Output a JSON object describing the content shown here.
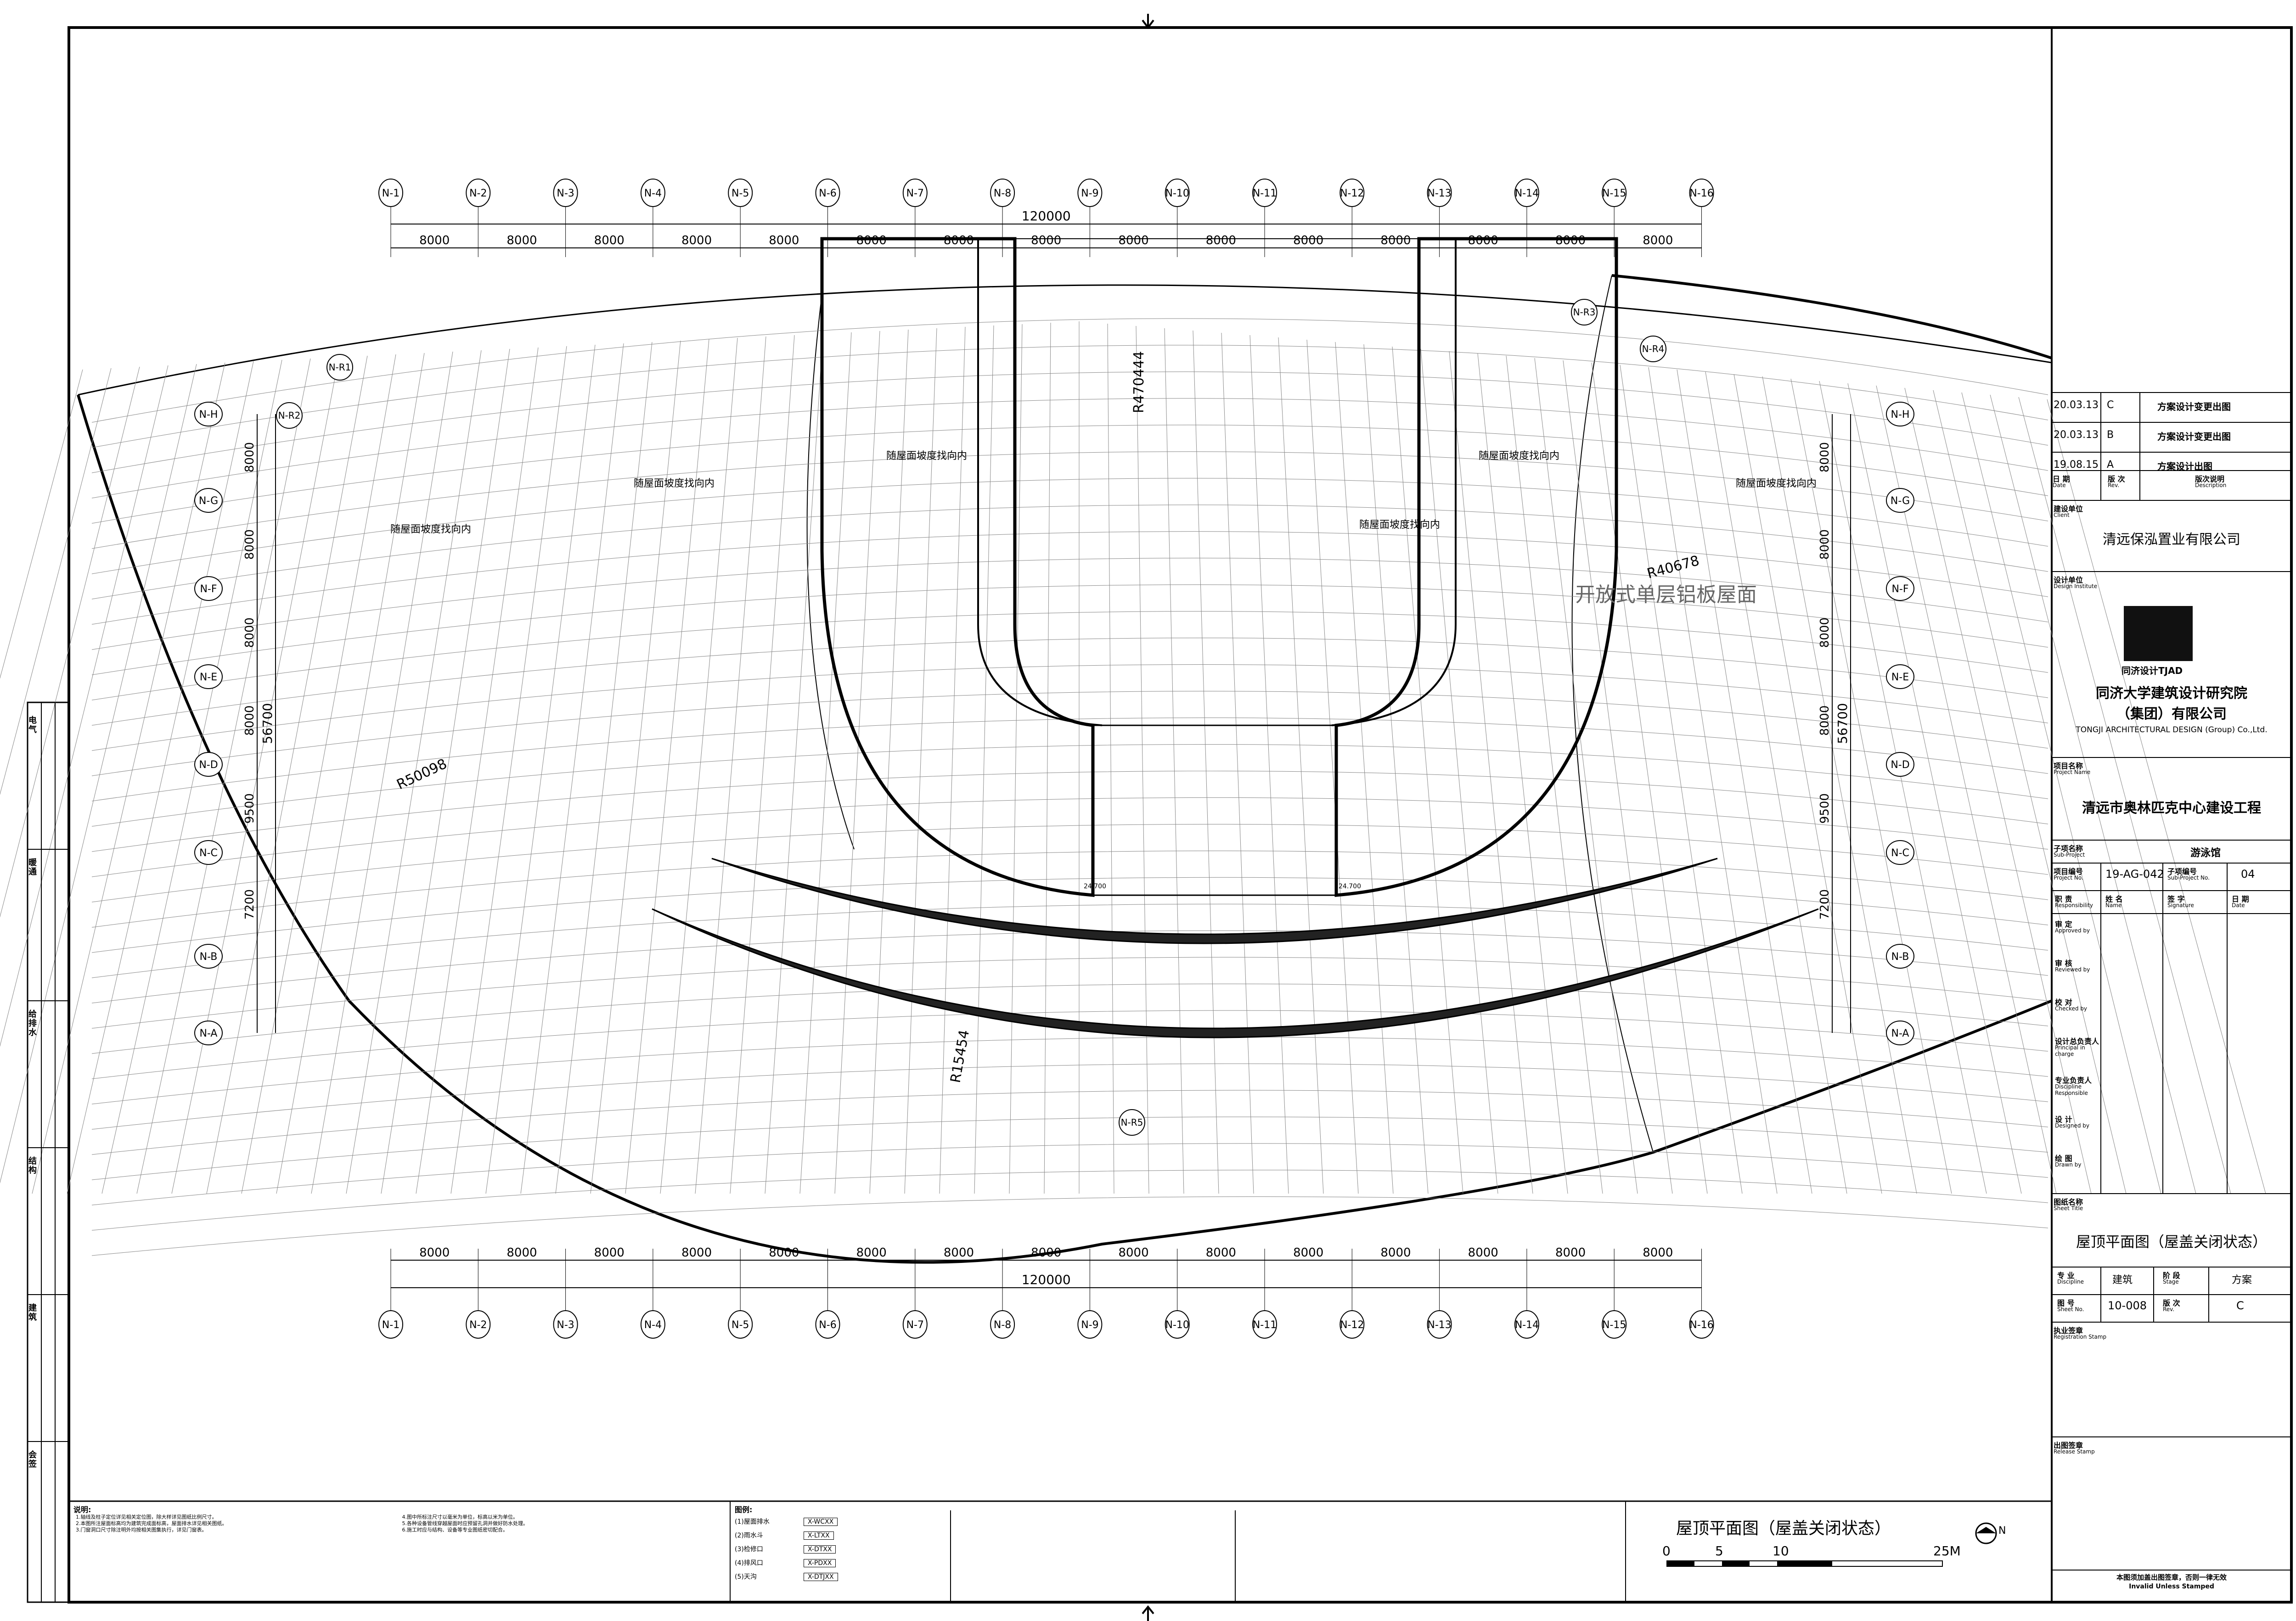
{
  "grid": {
    "cols": [
      "N-1",
      "N-2",
      "N-3",
      "N-4",
      "N-5",
      "N-6",
      "N-7",
      "N-8",
      "N-9",
      "N-10",
      "N-11",
      "N-12",
      "N-13",
      "N-14",
      "N-15",
      "N-16"
    ],
    "rows": [
      "N-H",
      "N-G",
      "N-F",
      "N-E",
      "N-D",
      "N-C",
      "N-B",
      "N-A"
    ],
    "col_spacing": "8000",
    "total_width": "120000",
    "row_spacings": [
      "8000",
      "8000",
      "8000",
      "8000",
      "9500",
      "7200"
    ],
    "total_height": "56700",
    "extra_axes": [
      "N-R1",
      "N-R2",
      "N-R3",
      "N-R4",
      "N-R5"
    ]
  },
  "annotations": {
    "r1": "R470444",
    "r2": "R40678",
    "r3": "R50098",
    "r4": "R15454",
    "roof_type": "开放式单层铝板屋面",
    "slope": "随屋面坡度找向内",
    "elev": "24.700"
  },
  "title_block": {
    "revisions": [
      {
        "date": "20.03.13",
        "rev": "C",
        "desc": "方案设计变更出图"
      },
      {
        "date": "20.03.13",
        "rev": "B",
        "desc": "方案设计变更出图"
      },
      {
        "date": "19.08.15",
        "rev": "A",
        "desc": "方案设计出图"
      }
    ],
    "rev_headers": {
      "date": "日 期",
      "date_en": "Date",
      "rev": "版 次",
      "rev_en": "Rev.",
      "desc": "版次说明",
      "desc_en": "Description"
    },
    "client_label": "建设单位",
    "client_label_en": "Client",
    "client": "清远保泓置业有限公司",
    "institute_label": "设计单位",
    "institute_label_en": "Design Institute",
    "logo_text": "同济设计TJAD",
    "institute_cn1": "同济大学建筑设计研究院",
    "institute_cn2": "（集团）有限公司",
    "institute_en": "TONGJI ARCHITECTURAL DESIGN (Group) Co.,Ltd.",
    "project_label": "项目名称",
    "project_label_en": "Project Name",
    "project": "清远市奥林匹克中心建设工程",
    "subproject_label": "子项名称",
    "subproject_label_en": "Sub-Project",
    "subproject": "游泳馆",
    "project_no_label": "项目编号",
    "project_no_label_en": "Project No.",
    "project_no": "19-AG-042",
    "subproject_no_label": "子项编号",
    "subproject_no_label_en": "Sub-Project No.",
    "subproject_no": "04",
    "resp_headers": [
      "职 责",
      "姓 名",
      "签 字",
      "日 期"
    ],
    "resp_headers_en": [
      "Responsibility",
      "Name",
      "Signature",
      "Date"
    ],
    "roles": [
      {
        "cn": "审 定",
        "en": "Approved by"
      },
      {
        "cn": "审 核",
        "en": "Reviewed by"
      },
      {
        "cn": "校 对",
        "en": "Checked by"
      },
      {
        "cn": "设计总负责人",
        "en": "Principal in charge"
      },
      {
        "cn": "专业负责人",
        "en": "Discipline Responsible"
      },
      {
        "cn": "设 计",
        "en": "Designed by"
      },
      {
        "cn": "绘 图",
        "en": "Drawn by"
      }
    ],
    "sheet_title_label": "图纸名称",
    "sheet_title_label_en": "Sheet Title",
    "sheet_title": "屋顶平面图（屋盖关闭状态）",
    "discipline_label": "专 业",
    "discipline_label_en": "Discipline",
    "discipline": "建筑",
    "stage_label": "阶 段",
    "stage_label_en": "Stage",
    "stage": "方案",
    "sheet_no_label": "图 号",
    "sheet_no_label_en": "Sheet No.",
    "sheet_no": "10-008",
    "revision_label": "版 次",
    "revision_label_en": "Rev.",
    "revision": "C",
    "reg_stamp_label": "执业签章",
    "reg_stamp_label_en": "Registration Stamp",
    "release_stamp_label": "出图签章",
    "release_stamp_label_en": "Release Stamp",
    "invalid_cn": "本图须加盖出图签章，否则一律无效",
    "invalid_en": "Invalid Unless Stamped"
  },
  "left_strip": [
    "会签",
    "建筑",
    "结构",
    "给排水",
    "暖通",
    "电气"
  ],
  "bottom": {
    "notes_label": "说明:",
    "notes": [
      "1.轴线及柱子定位详见相关定位图，除大样详见图纸比例尺寸。",
      "2.本图所注屋面标高均为建筑完成面标高，屋面排水详见相关图纸。",
      "3.门窗洞口尺寸除注明外均按相关图集执行，详见门窗表。",
      "4.图中所标注尺寸以毫米为单位，标高以米为单位。",
      "5.各种设备管线穿越屋面时应预留孔洞并做好防水处理。",
      "6.施工时应与结构、设备等专业图纸密切配合。"
    ],
    "legend_label": "图例:",
    "legend": [
      {
        "item": "(1)屋面排水",
        "code": "X-WCXX"
      },
      {
        "item": "(2)雨水斗",
        "code": "X-LTXX"
      },
      {
        "item": "(3)检修口",
        "code": "X-DTXX"
      },
      {
        "item": "(4)排风口",
        "code": "X-PDXX"
      },
      {
        "item": "(5)天沟",
        "code": "X-DTJXX"
      }
    ],
    "title": "屋顶平面图（屋盖关闭状态）",
    "scale_labels": [
      "0",
      "5",
      "10",
      "25M"
    ],
    "north": "N"
  }
}
